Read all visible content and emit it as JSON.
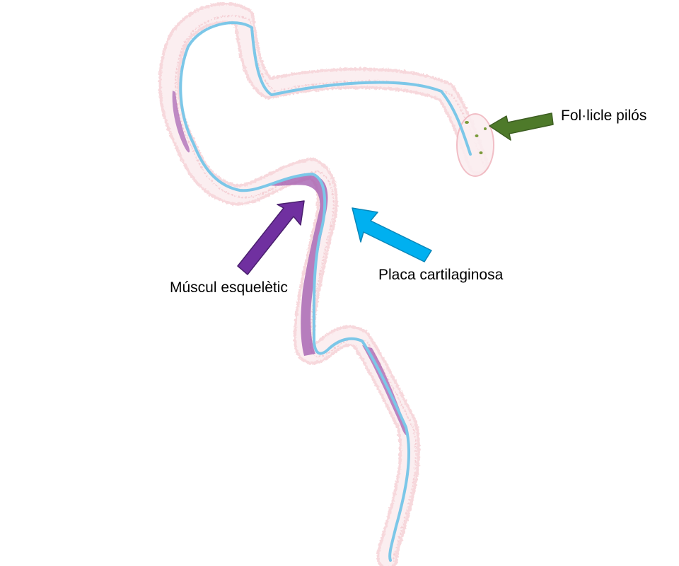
{
  "labels": {
    "hair_follicle": "Fol·licle pilós",
    "skeletal_muscle": "Múscul esquelètic",
    "cartilage_plate": "Placa cartilaginosa"
  },
  "colors": {
    "tissue_fill": "#fbeef0",
    "tissue_edge": "#f0b8c0",
    "cartilage": "#7cc7e8",
    "muscle": "#a560b0",
    "follicle": "#7a9a3a",
    "arrow_follicle": "#4e7a2a",
    "arrow_muscle": "#7030a0",
    "arrow_cartilage": "#00b0f0"
  }
}
